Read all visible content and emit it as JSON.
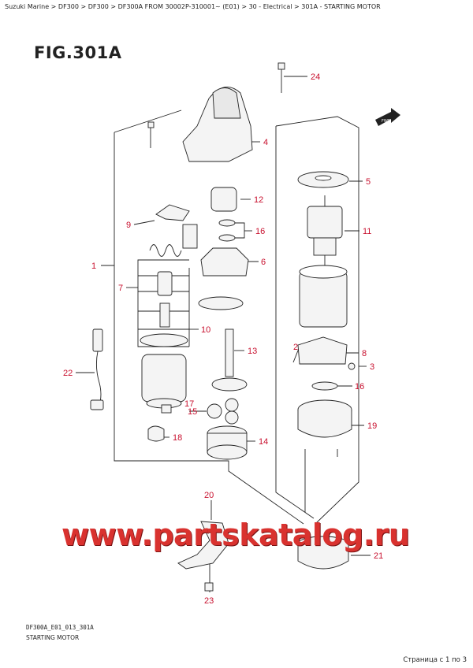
{
  "breadcrumb": [
    "Suzuki Marine",
    "DF300",
    "DF300",
    "DF300A FROM 30002P-310001~ (E01)",
    "30 - Electrical",
    "301A - STARTING MOTOR"
  ],
  "breadcrumb_sep": ">",
  "figure_title": "FIG.301A",
  "fwd_label": "FWD",
  "part_numbers": [
    "24",
    "4",
    "5",
    "12",
    "11",
    "9",
    "16",
    "6",
    "1",
    "7",
    "10",
    "13",
    "2",
    "8",
    "3",
    "16",
    "22",
    "17",
    "15",
    "18",
    "14",
    "19",
    "20",
    "21",
    "23"
  ],
  "diagram_code": "DF300A_E01_013_301A",
  "diagram_name": "STARTING MOTOR",
  "watermark": "www.partskatalog.ru",
  "page_info": "Страница с 1 по 3",
  "colors": {
    "callout": "#c8102e",
    "line": "#222222",
    "watermark": "#d9322f"
  }
}
